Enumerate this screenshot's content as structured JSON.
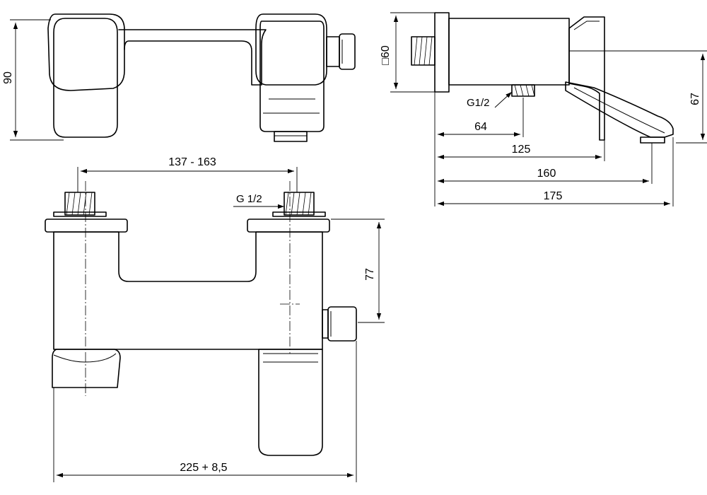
{
  "dimensions": {
    "height_top": "90",
    "square_side": "□60",
    "thread_side": "G1/2",
    "depth_64": "64",
    "depth_125": "125",
    "depth_160": "160",
    "depth_175": "175",
    "height_67": "67",
    "center_distance": "137 - 163",
    "thread_front": "G 1/2",
    "height_77": "77",
    "overall_width": "225 + 8,5"
  }
}
